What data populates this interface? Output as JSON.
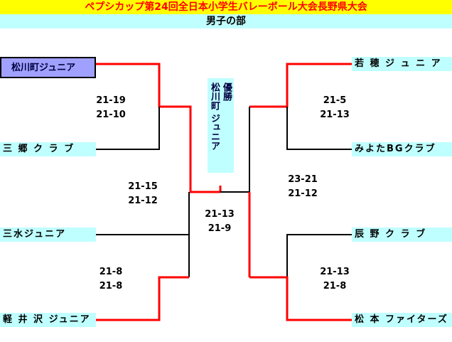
{
  "title": "ペプシカップ第24回全日本小学生バレーボール大会長野県大会",
  "subtitle": "男子の部",
  "teams_left": [
    "松川町ジュニア",
    "三 郷 ク ラ ブ",
    "三水ジュニア",
    "軽 井 沢 ジュニア"
  ],
  "teams_right": [
    "若 穂 ジ ュ ニ ア",
    "みよたBGクラブ",
    "辰 野 ク ラ ブ",
    "松 本 ファイターズ"
  ],
  "champion": {
    "label": "優勝",
    "name": "松川町 ジュニア"
  },
  "scores": {
    "l1": [
      "21-19",
      "21-10"
    ],
    "l2": [
      "21-8",
      "21-8"
    ],
    "lsemi": [
      "21-15",
      "21-12"
    ],
    "r1": [
      "21-5",
      "21-13"
    ],
    "r2": [
      "21-13",
      "21-8"
    ],
    "rsemi": [
      "23-21",
      "21-12"
    ],
    "final": [
      "21-13",
      "21-9"
    ]
  },
  "colors": {
    "winner_line": "#ff0000",
    "loser_line": "#000000"
  }
}
